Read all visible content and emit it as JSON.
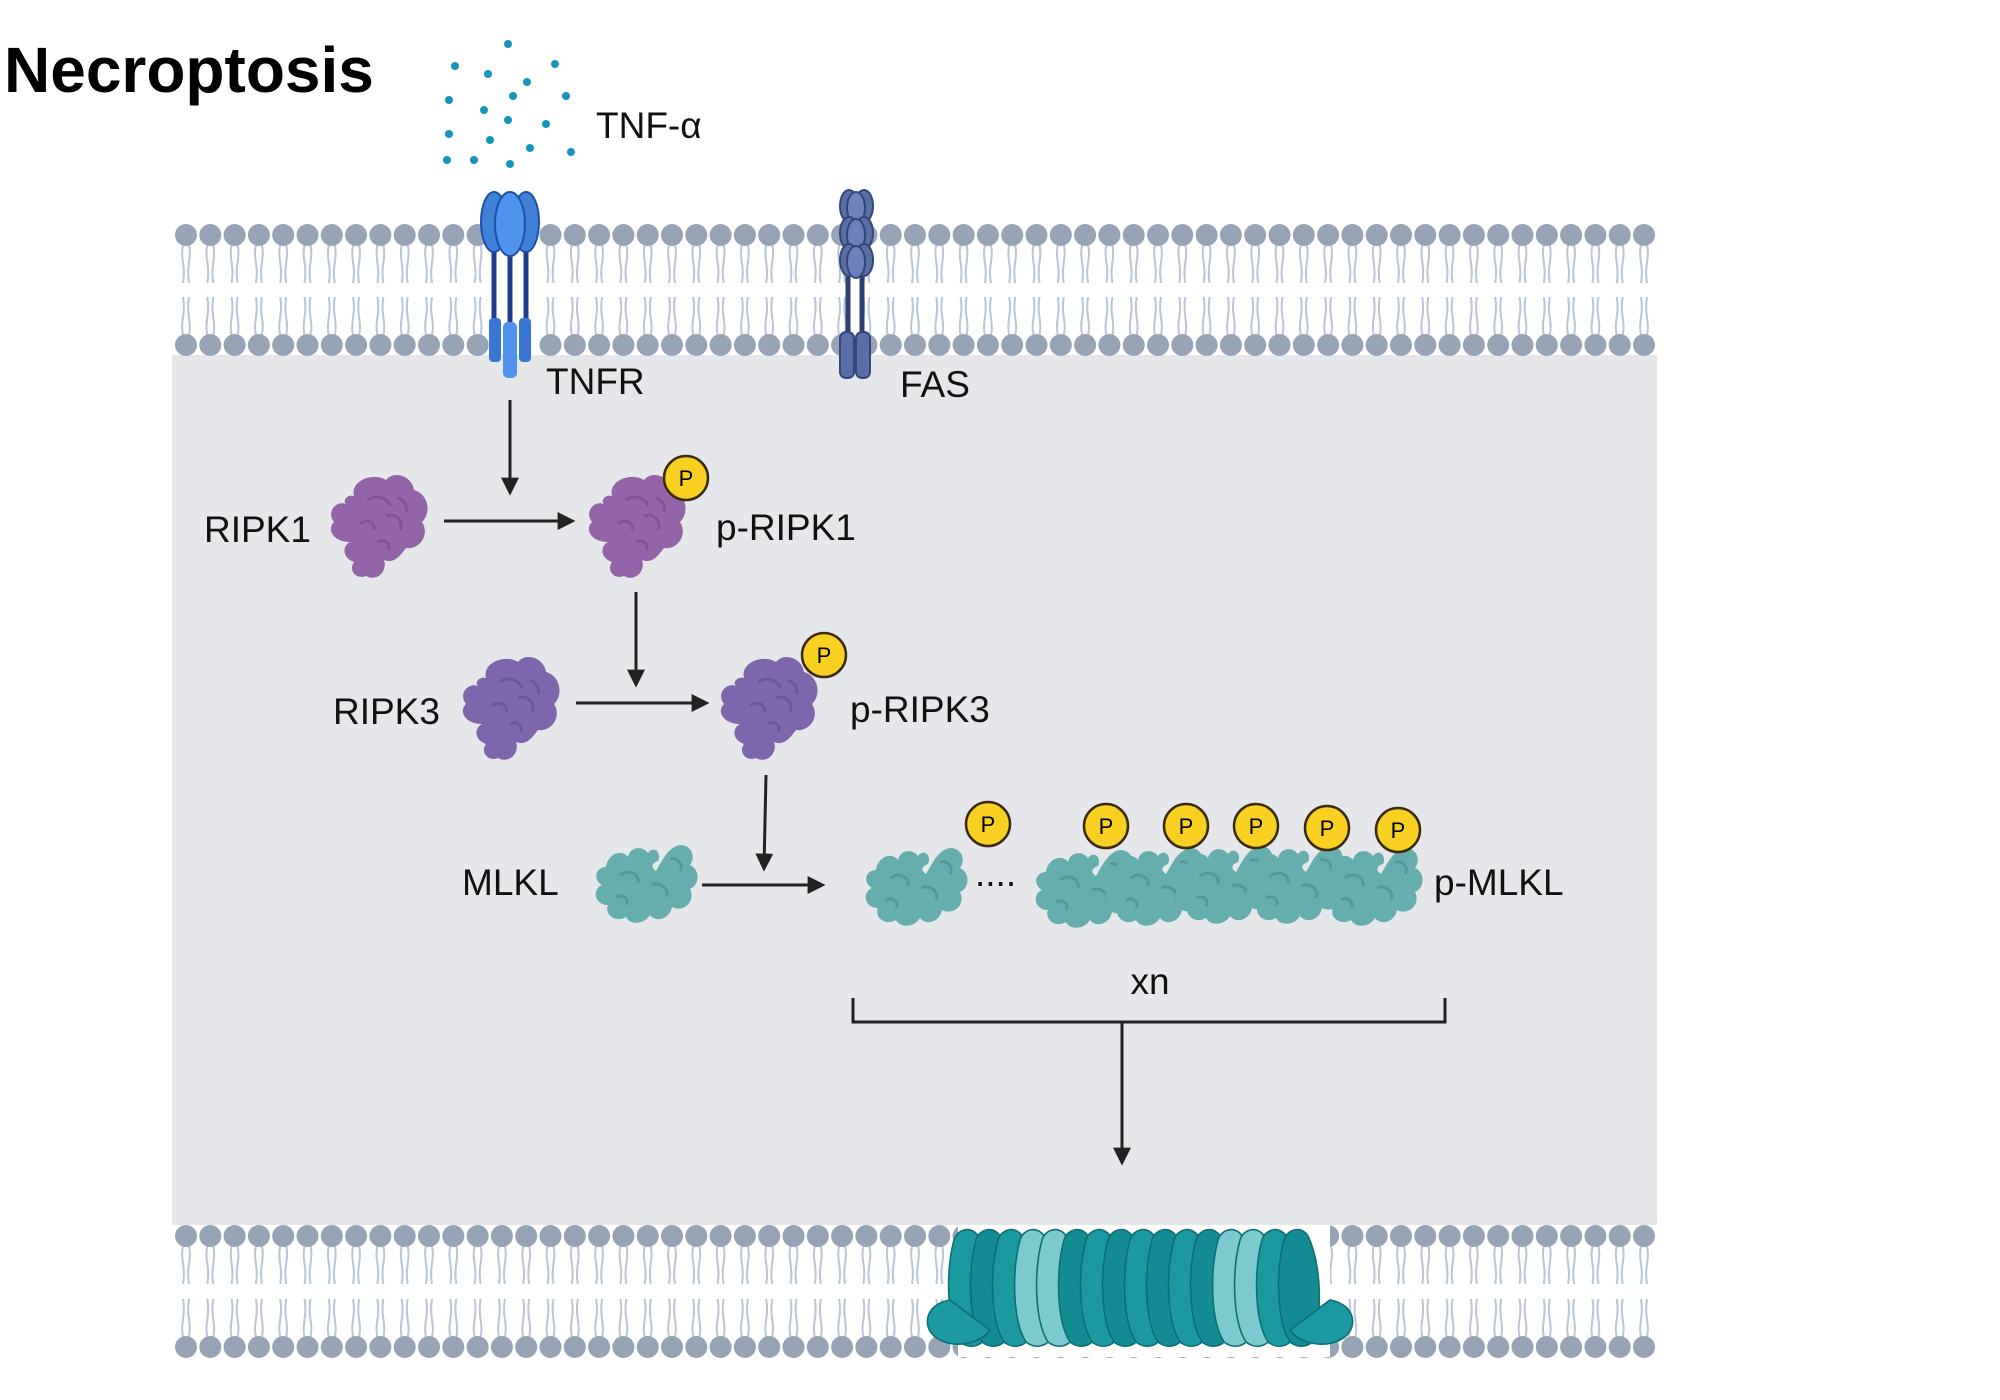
{
  "title": "Necroptosis",
  "labels": {
    "ligand": "TNF-α",
    "receptor1": "TNFR",
    "receptor2": "FAS",
    "ripk1": "RIPK1",
    "p_ripk1": "p-RIPK1",
    "ripk3": "RIPK3",
    "p_ripk3": "p-RIPK3",
    "mlkl": "MLKL",
    "p_mlkl": "p-MLKL",
    "ellipsis": "....",
    "multiplier": "xn",
    "phospho": "P"
  },
  "colors": {
    "ripk1": "#9364a8",
    "ripk3": "#7e66ad",
    "mlkl": "#66aeae",
    "pore": "#1a9aa0",
    "phospho": "#f7d021",
    "membrane_head": "#97a4b5",
    "membrane_tail": "#b8c6d8",
    "cytoplasm": "#e6e7eb",
    "tnfr": "#3f7fd6",
    "fas": "#5a6fa8",
    "ligand_dots": "#1596b8"
  }
}
